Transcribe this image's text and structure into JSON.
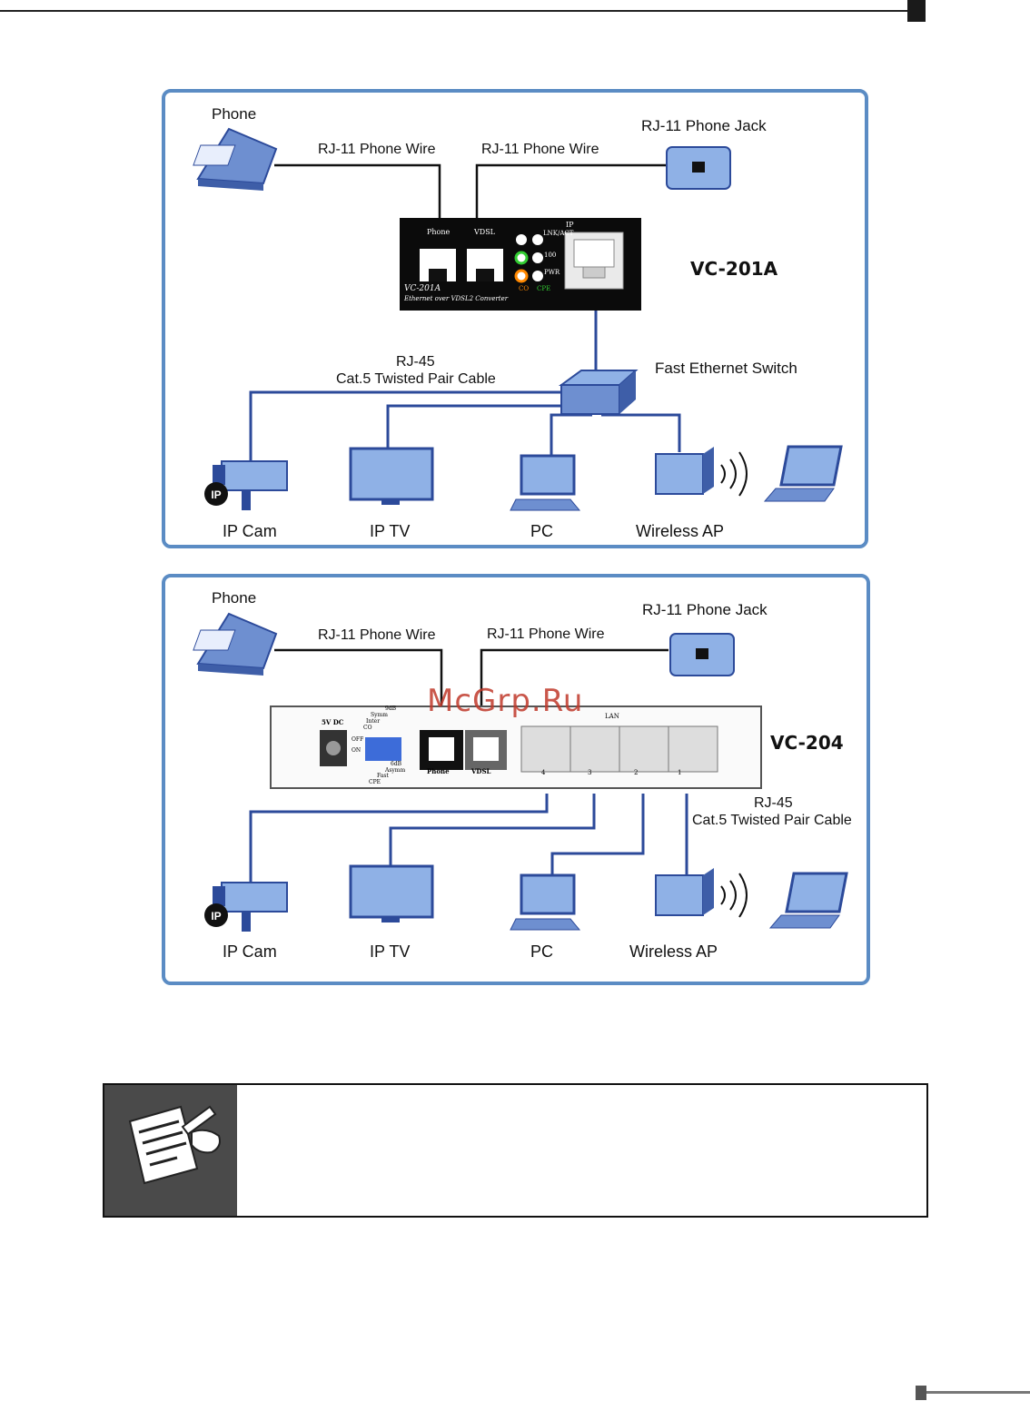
{
  "watermark": "McGrp.Ru",
  "diagram1": {
    "model": "VC-201A",
    "phone": "Phone",
    "wire_left": "RJ-11 Phone Wire",
    "wire_right": "RJ-11 Phone Wire",
    "jack": "RJ-11 Phone Jack",
    "cable_line1": "RJ-45",
    "cable_line2": "Cat.5 Twisted Pair Cable",
    "switch": "Fast Ethernet Switch",
    "devices": [
      "IP Cam",
      "IP TV",
      "PC",
      "Wireless AP"
    ],
    "panel_text": {
      "phone_port": "Phone",
      "vdsl_port": "VDSL",
      "ip": "IP",
      "lnk_act": "LNK/ACT",
      "speed": "100",
      "pwr": "PWR",
      "co": "CO",
      "cpe": "CPE",
      "model_label": "VC-201A",
      "subtitle": "Ethernet over VDSL2 Converter"
    }
  },
  "diagram2": {
    "model": "VC-204",
    "phone": "Phone",
    "wire_left": "RJ-11 Phone Wire",
    "wire_right": "RJ-11 Phone Wire",
    "jack": "RJ-11 Phone Jack",
    "cable_line1": "RJ-45",
    "cable_line2": "Cat.5 Twisted Pair Cable",
    "devices": [
      "IP Cam",
      "IP TV",
      "PC",
      "Wireless AP"
    ],
    "panel_text": {
      "power": "5V DC",
      "off": "OFF",
      "on": "ON",
      "co": "CO",
      "inter": "Inter",
      "symm": "Symm",
      "db9": "9dB",
      "db6": "6dB",
      "asymm": "Asymm",
      "fast": "Fast",
      "cpe": "CPE",
      "phone_port": "Phone",
      "vdsl_port": "VDSL",
      "lan": "LAN",
      "ports": [
        "4",
        "3",
        "2",
        "1"
      ]
    }
  },
  "colors": {
    "panel_border": "#5b8cc4",
    "cable": "#2c4a9a",
    "device_blue": "#6e8fd0"
  }
}
